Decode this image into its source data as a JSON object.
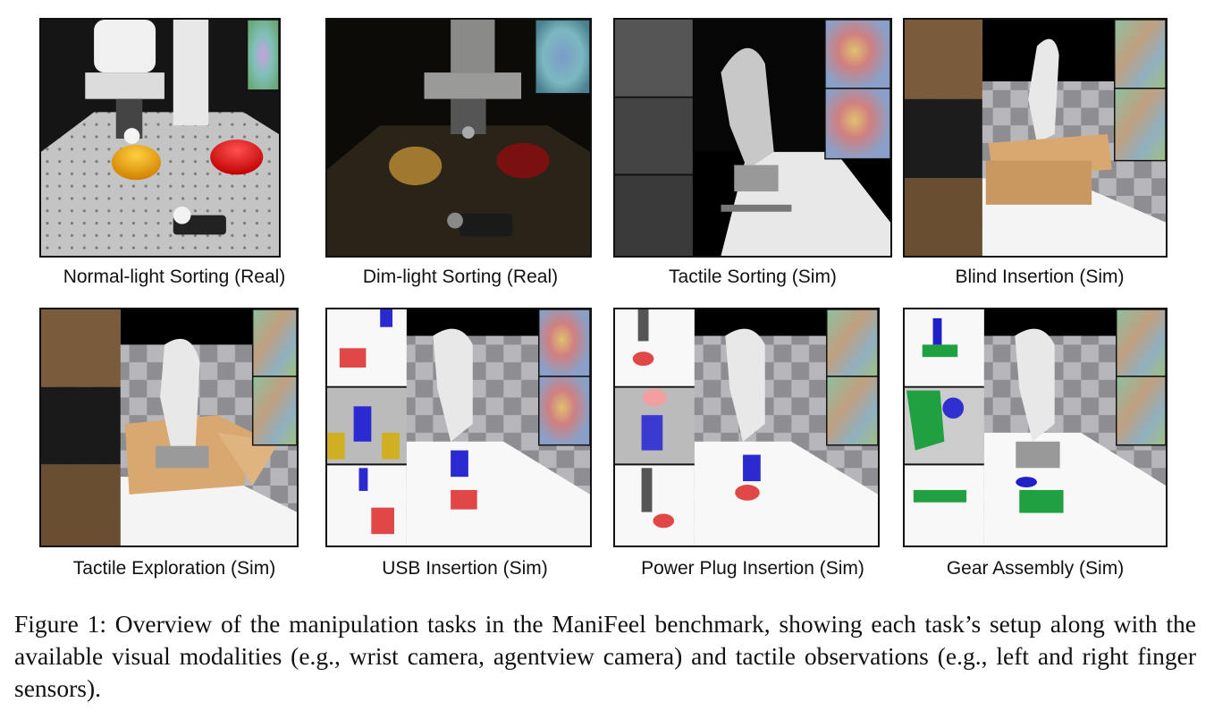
{
  "figure": {
    "panels": [
      {
        "label": "Normal-light Sorting (Real)"
      },
      {
        "label": "Dim-light Sorting (Real)"
      },
      {
        "label": "Tactile Sorting (Sim)"
      },
      {
        "label": "Blind Insertion (Sim)"
      },
      {
        "label": "Tactile Exploration (Sim)"
      },
      {
        "label": "USB Insertion (Sim)"
      },
      {
        "label": "Power Plug Insertion (Sim)"
      },
      {
        "label": "Gear Assembly (Sim)"
      }
    ],
    "caption": "Figure 1: Overview of the manipulation tasks in the ManiFeel benchmark, showing each task’s setup along with the available visual modalities (e.g., wrist camera, agentview camera) and tactile observations (e.g., left and right finger sensors)."
  },
  "colors": {
    "yellow_bowl": "#f0a800",
    "red_bowl": "#e01010",
    "usb_red": "#e04848",
    "usb_blue": "#2a2ad0",
    "gear_blue": "#2020c8",
    "board_green": "#20a040",
    "box_tan": "#d9a870"
  }
}
